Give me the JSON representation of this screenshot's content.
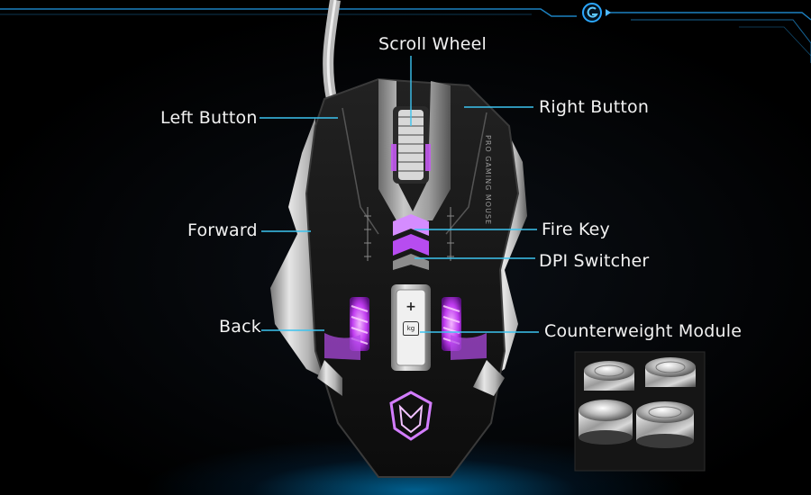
{
  "labels": {
    "scroll_wheel": "Scroll Wheel",
    "left_button": "Left Button",
    "right_button": "Right Button",
    "forward": "Forward",
    "fire_key": "Fire Key",
    "dpi_switcher": "DPI Switcher",
    "back": "Back",
    "counterweight_module": "Counterweight Module"
  },
  "icons": {
    "logo": "g-logo-icon",
    "plus": "plus-icon",
    "weight": "kg-weight-icon"
  },
  "product_text": {
    "side_print": "PRO GAMING MOUSE"
  },
  "colors": {
    "leader_line": "#3cc4f0",
    "frame_line": "#1f8fd6",
    "mouse_body": "#141414",
    "mouse_silver": "#c9c9c9",
    "led_purple": "#d04cff"
  }
}
